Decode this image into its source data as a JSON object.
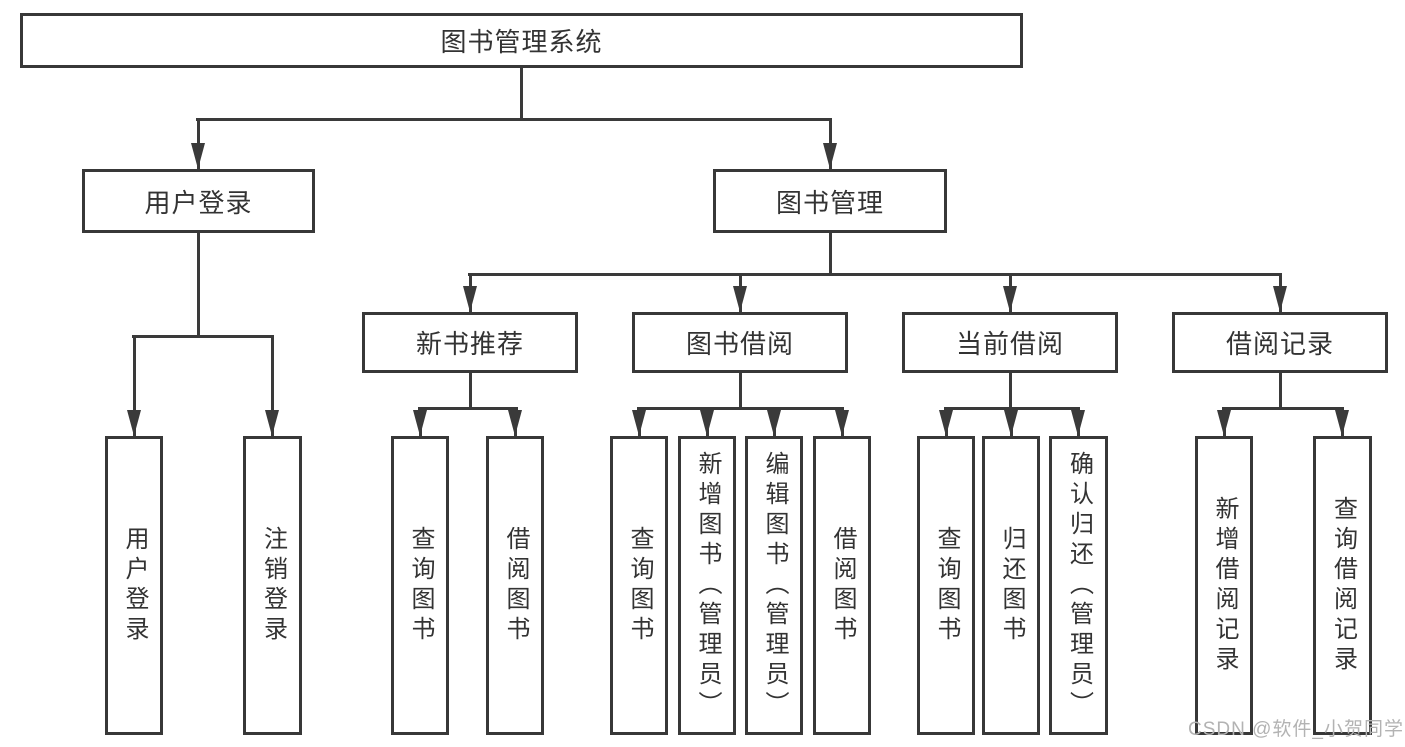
{
  "diagram_title": "图书管理系统",
  "tree": {
    "label": "图书管理系统",
    "children": [
      {
        "label": "用户登录",
        "children": [
          {
            "label": "用户登录"
          },
          {
            "label": "注销登录"
          }
        ]
      },
      {
        "label": "图书管理",
        "children": [
          {
            "label": "新书推荐",
            "children": [
              {
                "label": "查询图书"
              },
              {
                "label": "借阅图书"
              }
            ]
          },
          {
            "label": "图书借阅",
            "children": [
              {
                "label": "查询图书"
              },
              {
                "label": "新增图书（管理员）"
              },
              {
                "label": "编辑图书（管理员）"
              },
              {
                "label": "借阅图书"
              }
            ]
          },
          {
            "label": "当前借阅",
            "children": [
              {
                "label": "查询图书"
              },
              {
                "label": "归还图书"
              },
              {
                "label": "确认归还（管理员）"
              }
            ]
          },
          {
            "label": "借阅记录",
            "children": [
              {
                "label": "新增借阅记录"
              },
              {
                "label": "查询借阅记录"
              }
            ]
          }
        ]
      }
    ]
  },
  "watermark": {
    "text": "CSDN @软件_小贺同学"
  },
  "colors": {
    "line": "#3a3a3a",
    "text": "#333333",
    "watermark": "#b3b3b3",
    "background": "#ffffff"
  }
}
